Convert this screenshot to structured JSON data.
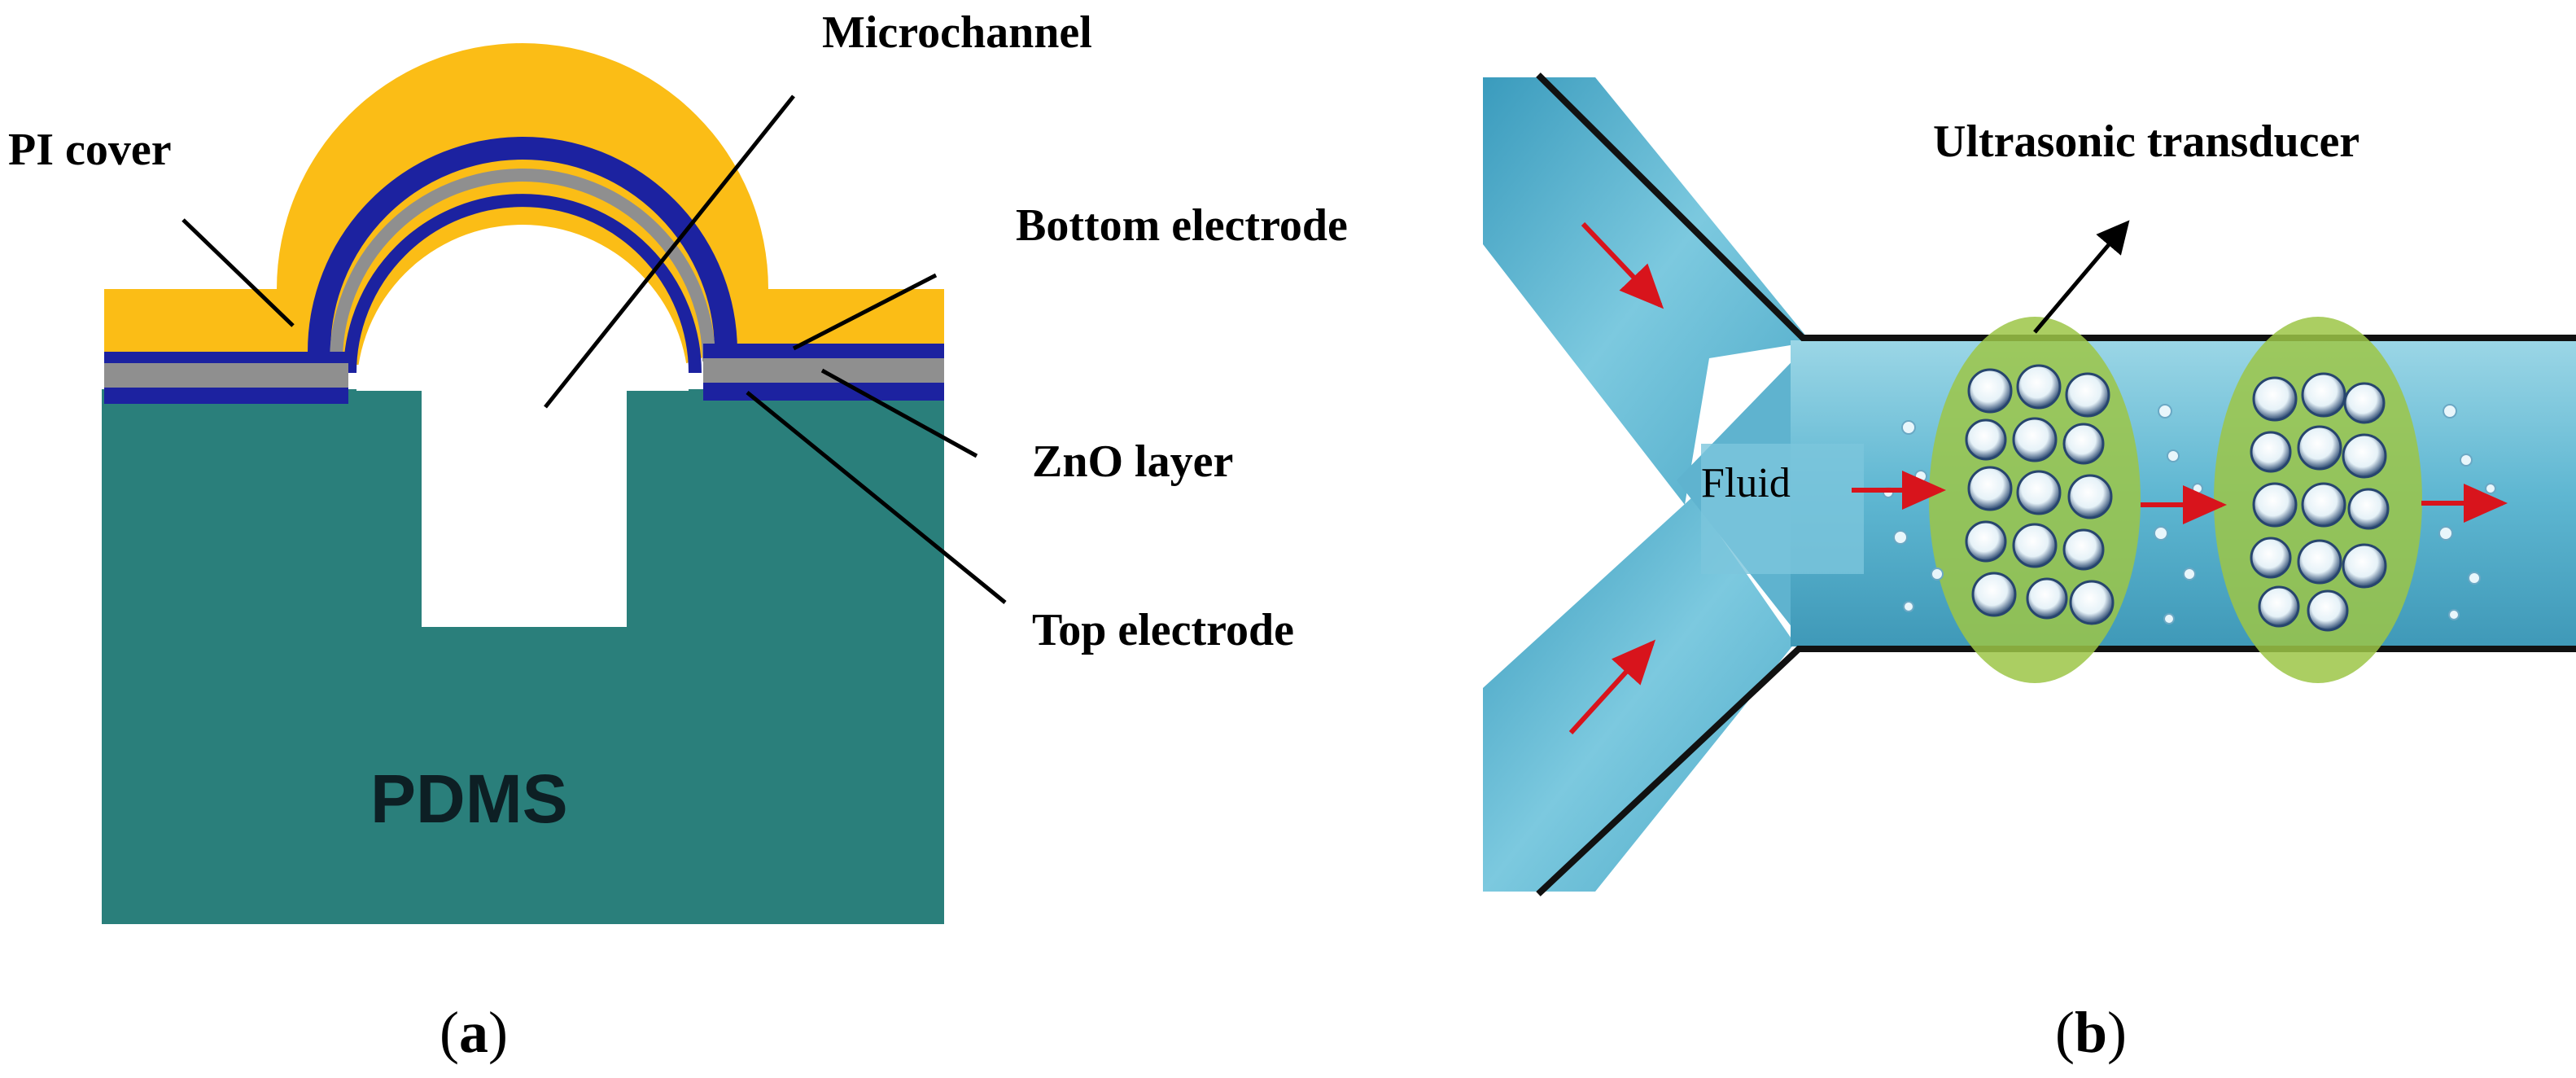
{
  "panel_a": {
    "labels": {
      "microchannel": "Microchannel",
      "pi_cover": "PI cover",
      "bottom_electrode": "Bottom electrode",
      "zno_layer": "ZnO layer",
      "top_electrode": "Top electrode",
      "substrate": "PDMS"
    },
    "caption_letter": "a",
    "colors": {
      "pdms": "#2a7f7b",
      "pi_cover": "#fbbd16",
      "electrode_blue": "#1c22a0",
      "zno_gray": "#8f8f8f"
    }
  },
  "panel_b": {
    "labels": {
      "transducer": "Ultrasonic transducer",
      "fluid": "Fluid"
    },
    "caption_letter": "b",
    "colors": {
      "channel": "#6fc0d6",
      "transducer": "#9cc646",
      "flow_arrow": "#d8141c"
    }
  }
}
